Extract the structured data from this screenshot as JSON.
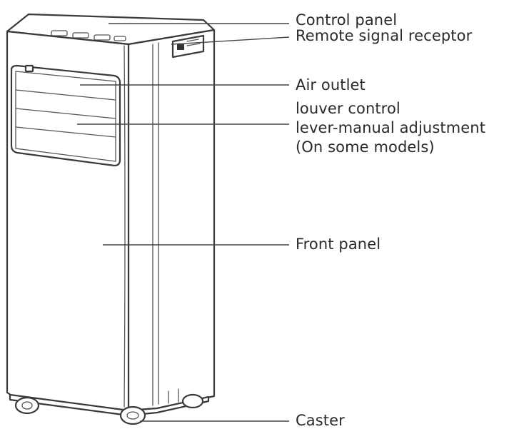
{
  "labels": {
    "control_panel": "Control panel",
    "remote_signal_receptor": "Remote signal receptor",
    "air_outlet": "Air outlet",
    "louver_line1": "louver control",
    "louver_line2": "lever-manual adjustment",
    "louver_line3": "(On some models)",
    "front_panel": "Front panel",
    "caster": "Caster"
  }
}
